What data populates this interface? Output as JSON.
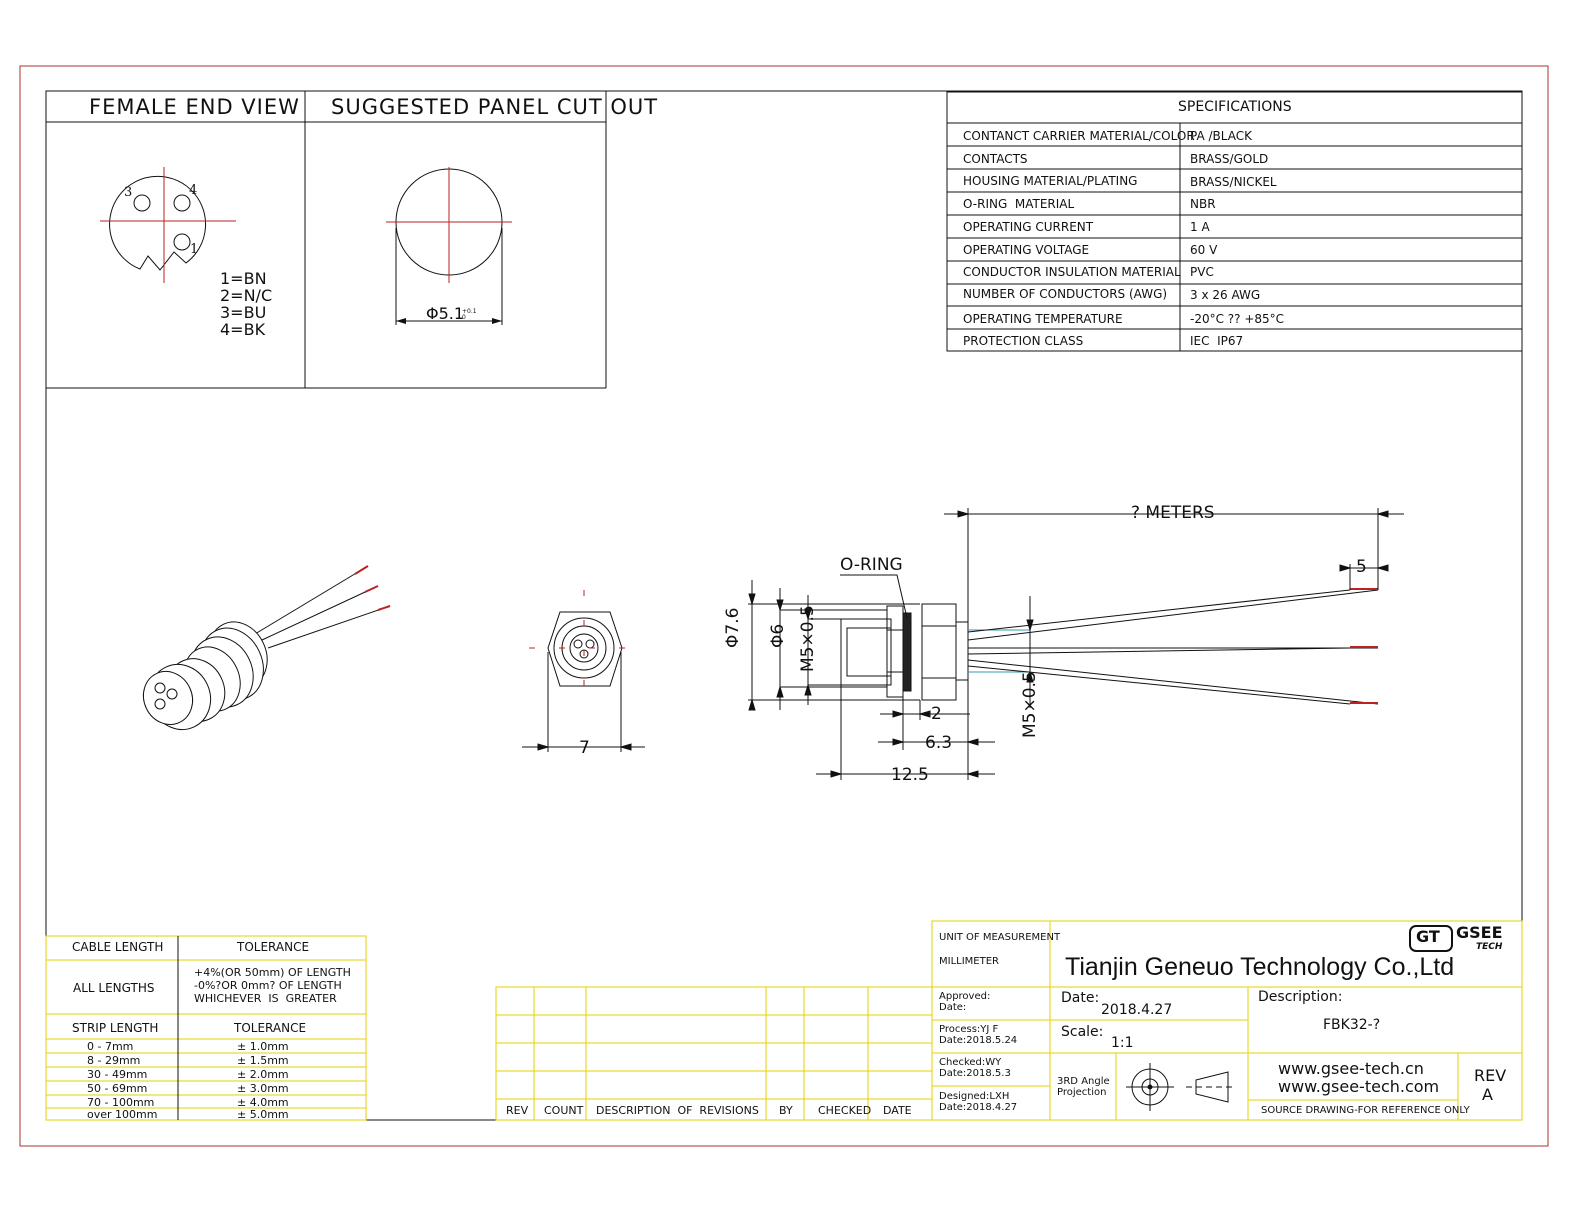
{
  "views": {
    "female_end_view": "FEMALE END VIEW",
    "suggested_panel_cut_out": "SUGGESTED PANEL CUT OUT"
  },
  "pins": {
    "labels": [
      "3",
      "4",
      "1"
    ],
    "legend": [
      "1=BN",
      "2=N/C",
      "3=BU",
      "4=BK"
    ]
  },
  "panel_cutout": {
    "diameter": "Φ5.1",
    "tolerance": "+0.1\n0"
  },
  "specifications": {
    "title": "SPECIFICATIONS",
    "rows": [
      {
        "label": "CONTANCT CARRIER MATERIAL/COLOR",
        "value": "PA /BLACK"
      },
      {
        "label": "CONTACTS",
        "value": "BRASS/GOLD"
      },
      {
        "label": "HOUSING MATERIAL/PLATING",
        "value": "BRASS/NICKEL"
      },
      {
        "label": "O-RING  MATERIAL",
        "value": "NBR"
      },
      {
        "label": "OPERATING CURRENT",
        "value": "1 A"
      },
      {
        "label": "OPERATING VOLTAGE",
        "value": "60 V"
      },
      {
        "label": "CONDUCTOR INSULATION MATERIAL",
        "value": "PVC"
      },
      {
        "label": "NUMBER OF CONDUCTORS (AWG)",
        "value": "3 x 26 AWG"
      },
      {
        "label": "OPERATING TEMPERATURE",
        "value": "-20°C ?? +85°C"
      },
      {
        "label": "PROTECTION CLASS",
        "value": "IEC  IP67"
      }
    ]
  },
  "dimensions": {
    "meters": "? METERS",
    "o_ring": "O-RING",
    "strip": "5",
    "d76": "Φ7.6",
    "d6": "Φ6",
    "thread_left": "M5×0.5",
    "thread_right": "M5×0.5",
    "w7": "7",
    "w2": "2",
    "w63": "6.3",
    "w125": "12.5"
  },
  "cable_table": {
    "head_left": "CABLE LENGTH",
    "head_right": "TOLERANCE",
    "all_lengths": "ALL LENGTHS",
    "all_tol": "+4%(OR 50mm) OF LENGTH\n-0%?OR 0mm? OF LENGTH\nWHICHEVER  IS  GREATER",
    "strip_head_left": "STRIP LENGTH",
    "strip_head_right": "TOLERANCE",
    "rows": [
      {
        "range": "0 - 7mm",
        "tol": "± 1.0mm"
      },
      {
        "range": "8 - 29mm",
        "tol": "± 1.5mm"
      },
      {
        "range": "30 - 49mm",
        "tol": "± 2.0mm"
      },
      {
        "range": "50 - 69mm",
        "tol": "± 3.0mm"
      },
      {
        "range": "70 - 100mm",
        "tol": "± 4.0mm"
      },
      {
        "range": "over 100mm",
        "tol": "± 5.0mm"
      }
    ]
  },
  "revisions": {
    "headers": [
      "REV",
      "COUNT",
      "DESCRIPTION  OF  REVISIONS",
      "BY",
      "CHECKED",
      "DATE"
    ]
  },
  "title_block": {
    "unit_label": "UNIT OF MEASUREMENT",
    "unit_value": "MILLIMETER",
    "company": "Tianjin Geneuo Technology Co.,Ltd",
    "logo_mark": "GT",
    "logo_text": "GSEE",
    "logo_sub": "TECH",
    "approved": "Approved:\nDate:",
    "process": "Process:YJ F\nDate:2018.5.24",
    "checked": "Checked:WY\nDate:2018.5.3",
    "designed": "Designed:LXH\nDate:2018.4.27",
    "date_label": "Date:",
    "date_value": "2018.4.27",
    "scale_label": "Scale:",
    "scale_value": "1:1",
    "description_label": "Description:",
    "description_value": "FBK32-?",
    "projection": "3RD Angle\nProjection",
    "web1": "www.gsee-tech.cn",
    "web2": "www.gsee-tech.com",
    "source_note": "SOURCE DRAWING-FOR REFERENCE ONLY",
    "rev_label": "REV",
    "rev_value": "A"
  }
}
